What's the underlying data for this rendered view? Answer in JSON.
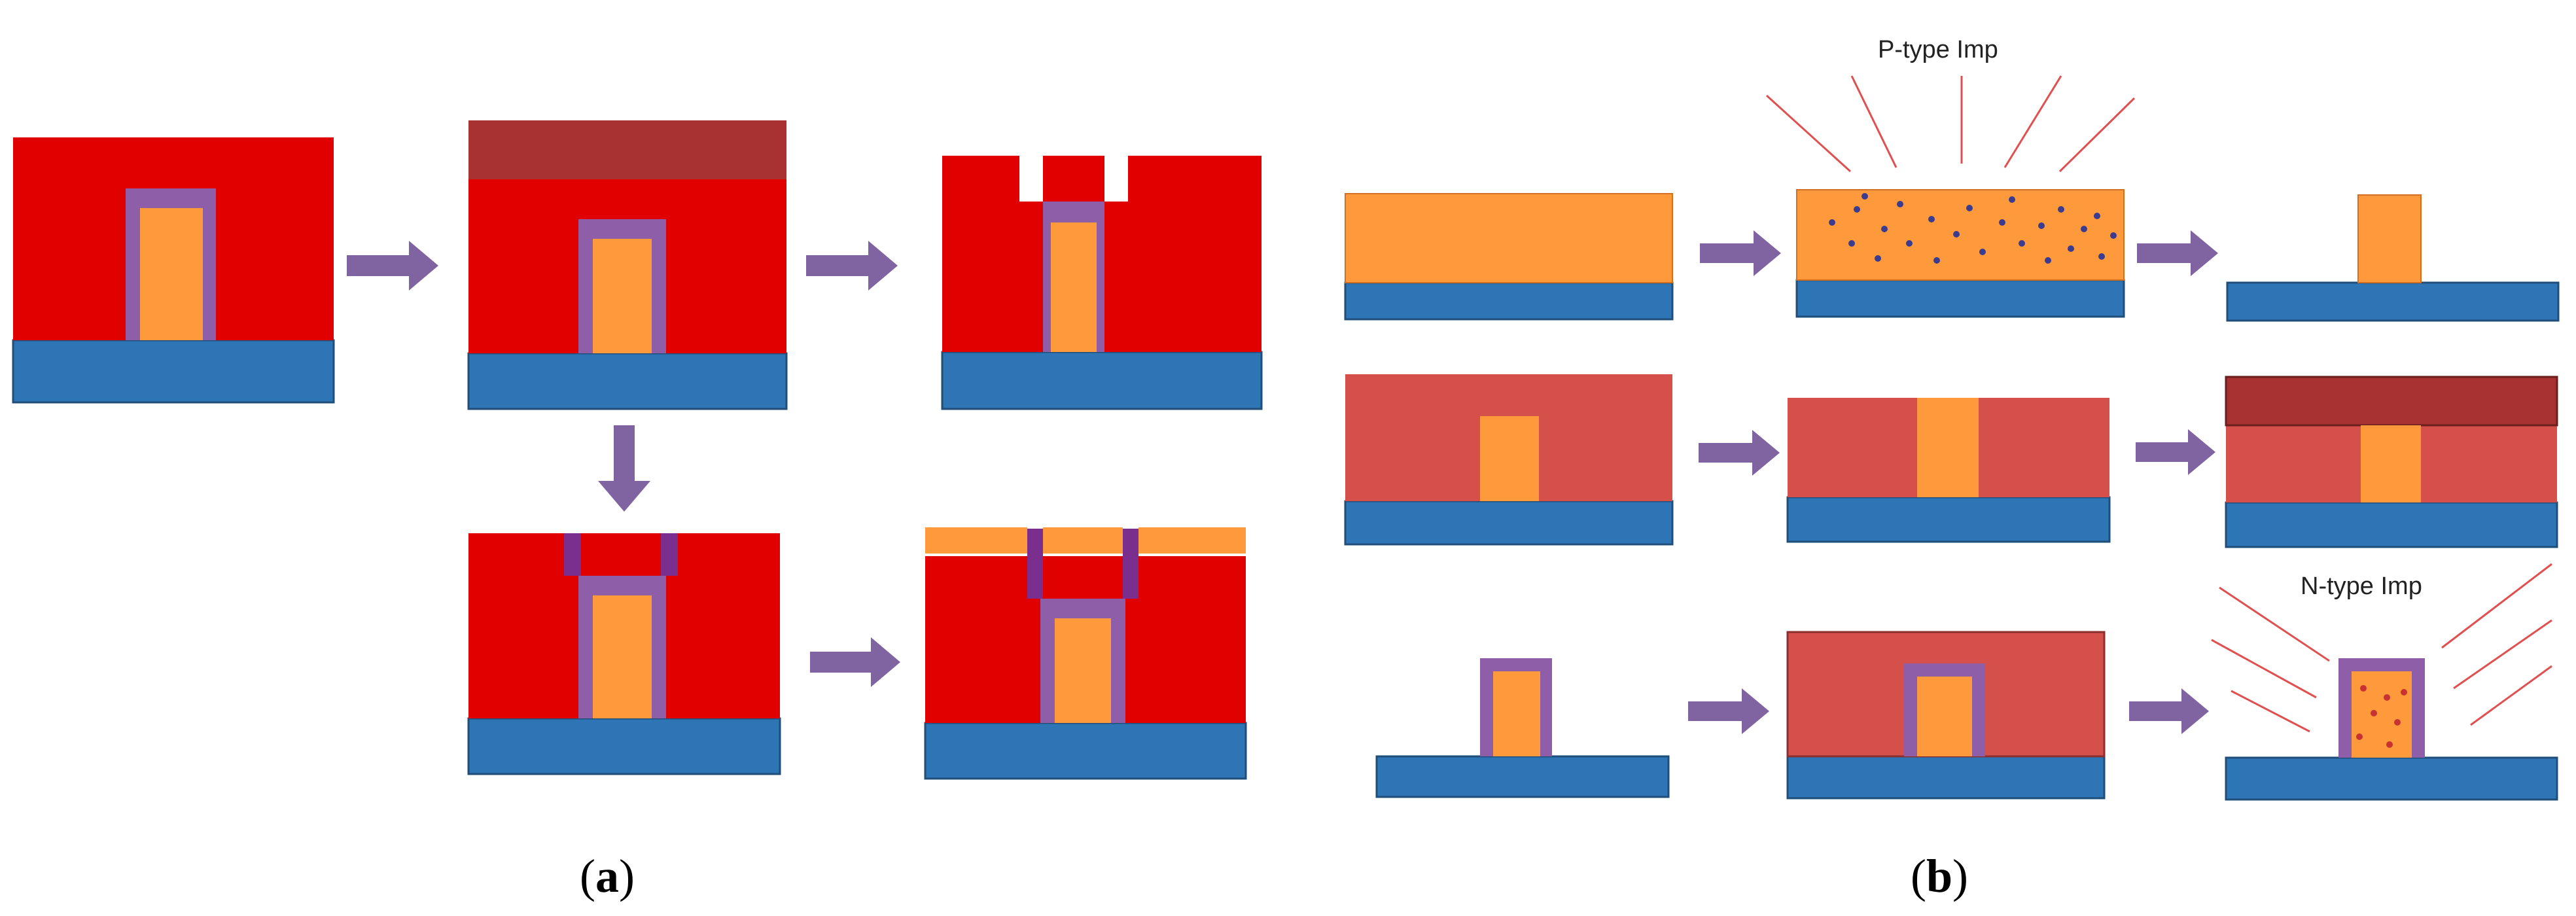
{
  "panel_a": {
    "caption_open": "(",
    "caption_letter": "a",
    "caption_close": ")"
  },
  "panel_b": {
    "caption_open": "(",
    "caption_letter": "b",
    "caption_close": ")",
    "label_p_type": "P-type Imp",
    "label_n_type": "N-type Imp"
  },
  "colors": {
    "substrate": "#2e75b6",
    "substrate_edge": "#1f4e79",
    "red_a": "#e00000",
    "red_b": "#d6504b",
    "dark_red": "#a83232",
    "orange": "#ff9a3c",
    "purple_liner": "#8e5fa8",
    "purple_plug": "#7a2e8e",
    "arrow": "#8064a2",
    "dot": "#3b3b8f",
    "ray": "#e05050"
  }
}
